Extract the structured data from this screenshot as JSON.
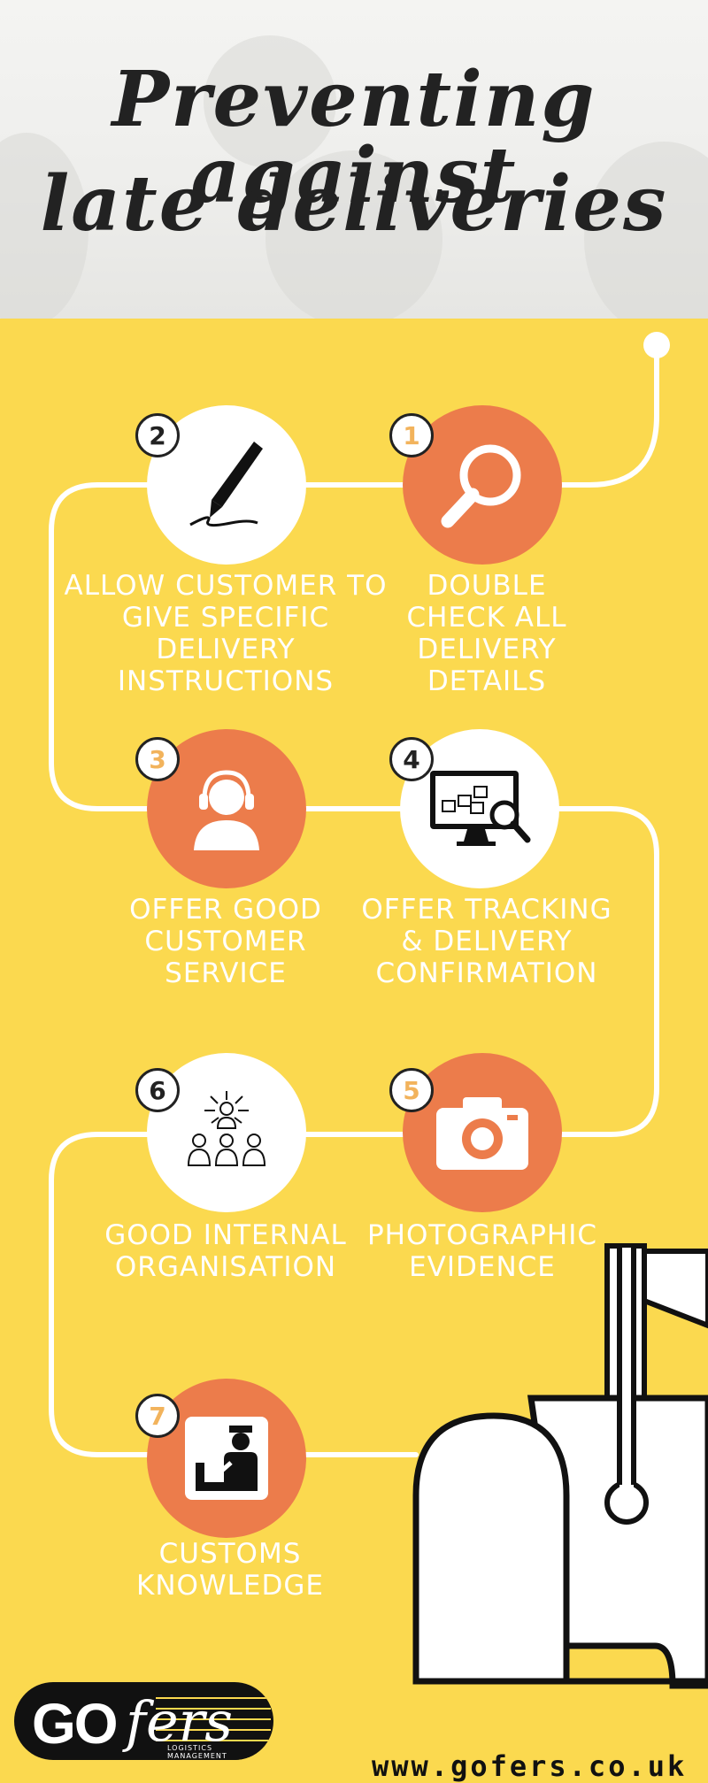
{
  "title": {
    "line1": "Preventing against",
    "line2": "late deliveries"
  },
  "steps": [
    {
      "number": "1",
      "label_lines": [
        "DOUBLE",
        "CHECK ALL",
        "DELIVERY",
        "DETAILS"
      ],
      "icon": "magnifying-glass-icon",
      "circle_color": "#ec7c4b"
    },
    {
      "number": "2",
      "label_lines": [
        "ALLOW CUSTOMER TO",
        "GIVE SPECIFIC",
        "DELIVERY",
        "INSTRUCTIONS"
      ],
      "icon": "pen-signature-icon",
      "circle_color": "#ffffff"
    },
    {
      "number": "3",
      "label_lines": [
        "OFFER GOOD",
        "CUSTOMER",
        "SERVICE"
      ],
      "icon": "headset-person-icon",
      "circle_color": "#ec7c4b"
    },
    {
      "number": "4",
      "label_lines": [
        "OFFER TRACKING",
        "& DELIVERY",
        "CONFIRMATION"
      ],
      "icon": "monitor-tracking-icon",
      "circle_color": "#ffffff"
    },
    {
      "number": "5",
      "label_lines": [
        "PHOTOGRAPHIC",
        "EVIDENCE"
      ],
      "icon": "camera-icon",
      "circle_color": "#ec7c4b"
    },
    {
      "number": "6",
      "label_lines": [
        "GOOD INTERNAL",
        "ORGANISATION"
      ],
      "icon": "team-organisation-icon",
      "circle_color": "#ffffff"
    },
    {
      "number": "7",
      "label_lines": [
        "CUSTOMS",
        "KNOWLEDGE"
      ],
      "icon": "customs-officer-icon",
      "circle_color": "#ec7c4b"
    }
  ],
  "logo": {
    "go": "GO",
    "fers": "fers",
    "tagline": "LOGISTICS MANAGEMENT"
  },
  "website": "www.gofers.co.uk",
  "colors": {
    "background": "#fbd94f",
    "accent": "#ec7c4b",
    "path": "#ffffff",
    "text": "#ffffff"
  }
}
